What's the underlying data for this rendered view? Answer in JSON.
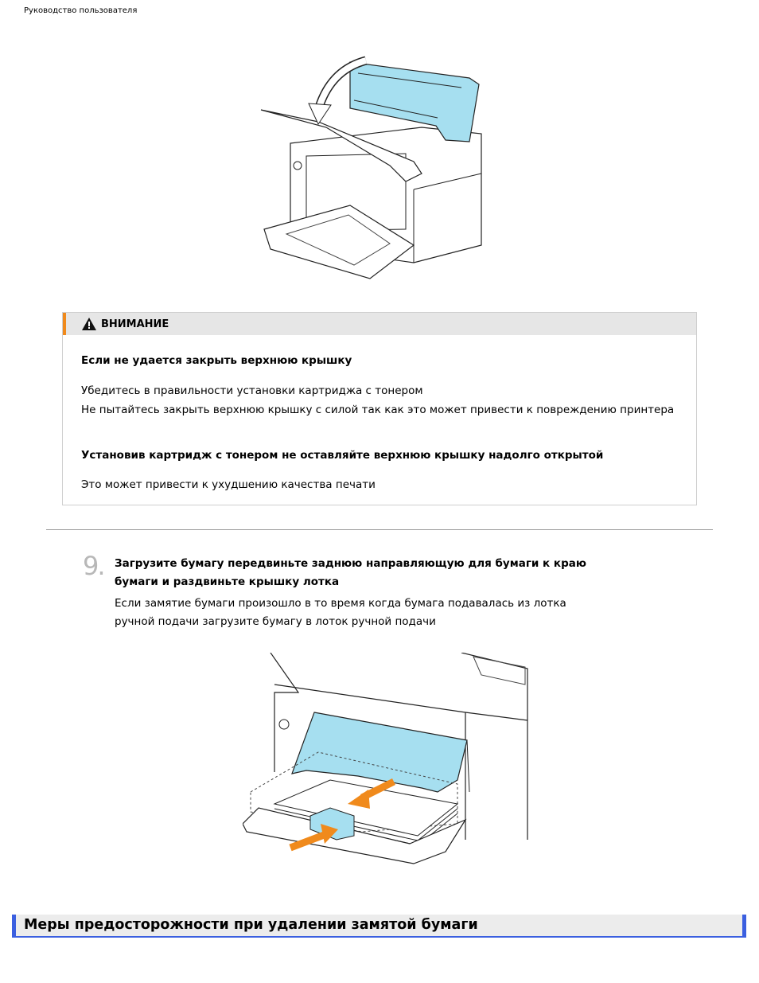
{
  "header": {
    "title": "Руководство пользователя"
  },
  "caution": {
    "label": "ВНИМАНИЕ",
    "heading1": "Если не удается закрыть верхнюю крышку",
    "text1": "Убедитесь в правильности установки картриджа с тонером",
    "text2": "Не пытайтесь закрыть верхнюю крышку с силой  так как это может привести к повреждению принтера",
    "heading2": "Установив картридж с тонером  не оставляйте верхнюю крышку надолго открытой",
    "text3": "Это может привести к ухудшению качества печати"
  },
  "step": {
    "number": "9.",
    "title": "Загрузите бумагу  передвиньте заднюю направляющую для бумаги к краю бумаги и раздвиньте крышку лотка",
    "text": "Если замятие бумаги произошло в то время  когда бумага подавалась из лотка ручной подачи  загрузите бумагу в лоток ручной подачи"
  },
  "section": {
    "title": "Меры предосторожности при удалении замятой бумаги"
  },
  "colors": {
    "accent_orange": "#f08a1c",
    "section_blue": "#3b5fe0",
    "cartridge_cyan": "#a6dff0"
  }
}
